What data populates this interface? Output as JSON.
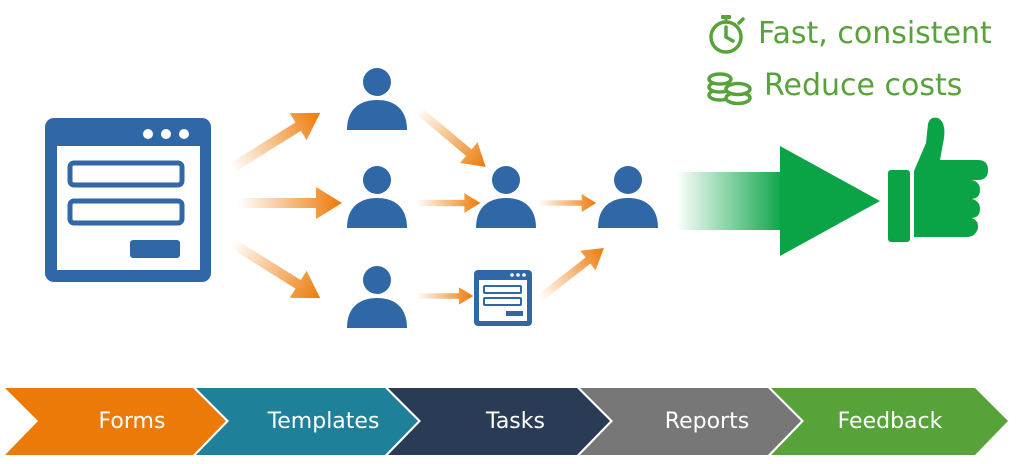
{
  "benefits": [
    {
      "icon": "stopwatch-icon",
      "label": "Fast, consistent"
    },
    {
      "icon": "coins-icon",
      "label": "Reduce costs"
    }
  ],
  "steps": [
    {
      "label": "Forms",
      "color": "#ec7a08"
    },
    {
      "label": "Templates",
      "color": "#1f8199"
    },
    {
      "label": "Tasks",
      "color": "#2a3b56"
    },
    {
      "label": "Reports",
      "color": "#777777"
    },
    {
      "label": "Feedback",
      "color": "#57a33a"
    }
  ],
  "colors": {
    "form_blue": "#3067a6",
    "arrow_orange": "#ec7a08",
    "success_green": "#0aa446",
    "text_green": "#57a33a"
  }
}
